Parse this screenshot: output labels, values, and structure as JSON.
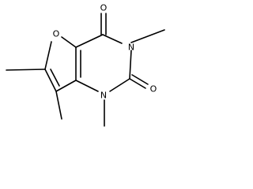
{
  "structure": {
    "atoms": {
      "o_furan": "O",
      "o_upper": "O",
      "o_lower": "O",
      "n_upper": "N",
      "n_lower": "N"
    },
    "colors": {
      "bond": "#000000",
      "label": "#000000",
      "background": "#ffffff"
    }
  }
}
